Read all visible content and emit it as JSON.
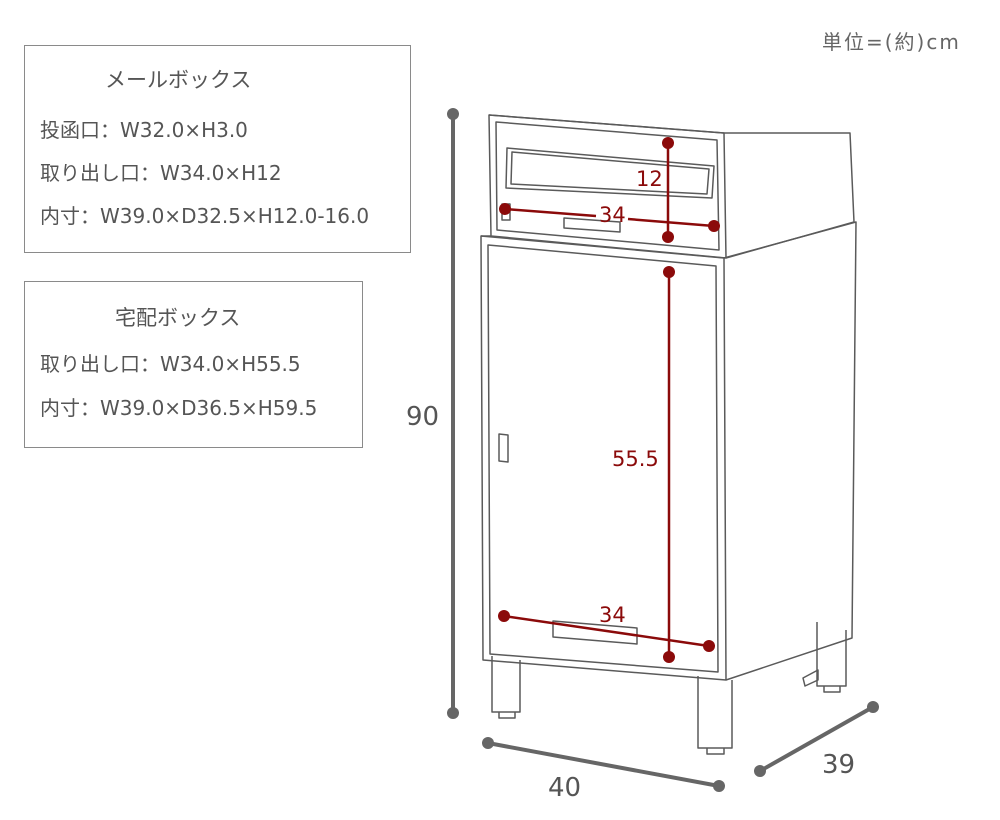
{
  "unit_label": "単位=(約)cm",
  "mail_box": {
    "title": "メールボックス",
    "lines": [
      "投函口：W32.0×H3.0",
      "取り出し口：W34.0×H12",
      "内寸：W39.0×D32.5×H12.0-16.0"
    ]
  },
  "parcel_box": {
    "title": "宅配ボックス",
    "lines": [
      "取り出し口：W34.0×H55.5",
      "内寸：W39.0×D36.5×H59.5"
    ]
  },
  "dimensions": {
    "height": "90",
    "width": "40",
    "depth": "39",
    "mail_opening_height": "12",
    "mail_opening_width": "34",
    "parcel_opening_height": "55.5",
    "parcel_opening_width": "34"
  },
  "colors": {
    "dimension_red": "#8b0a0a",
    "dimension_gray": "#666666",
    "outline": "#5a5a5a"
  }
}
